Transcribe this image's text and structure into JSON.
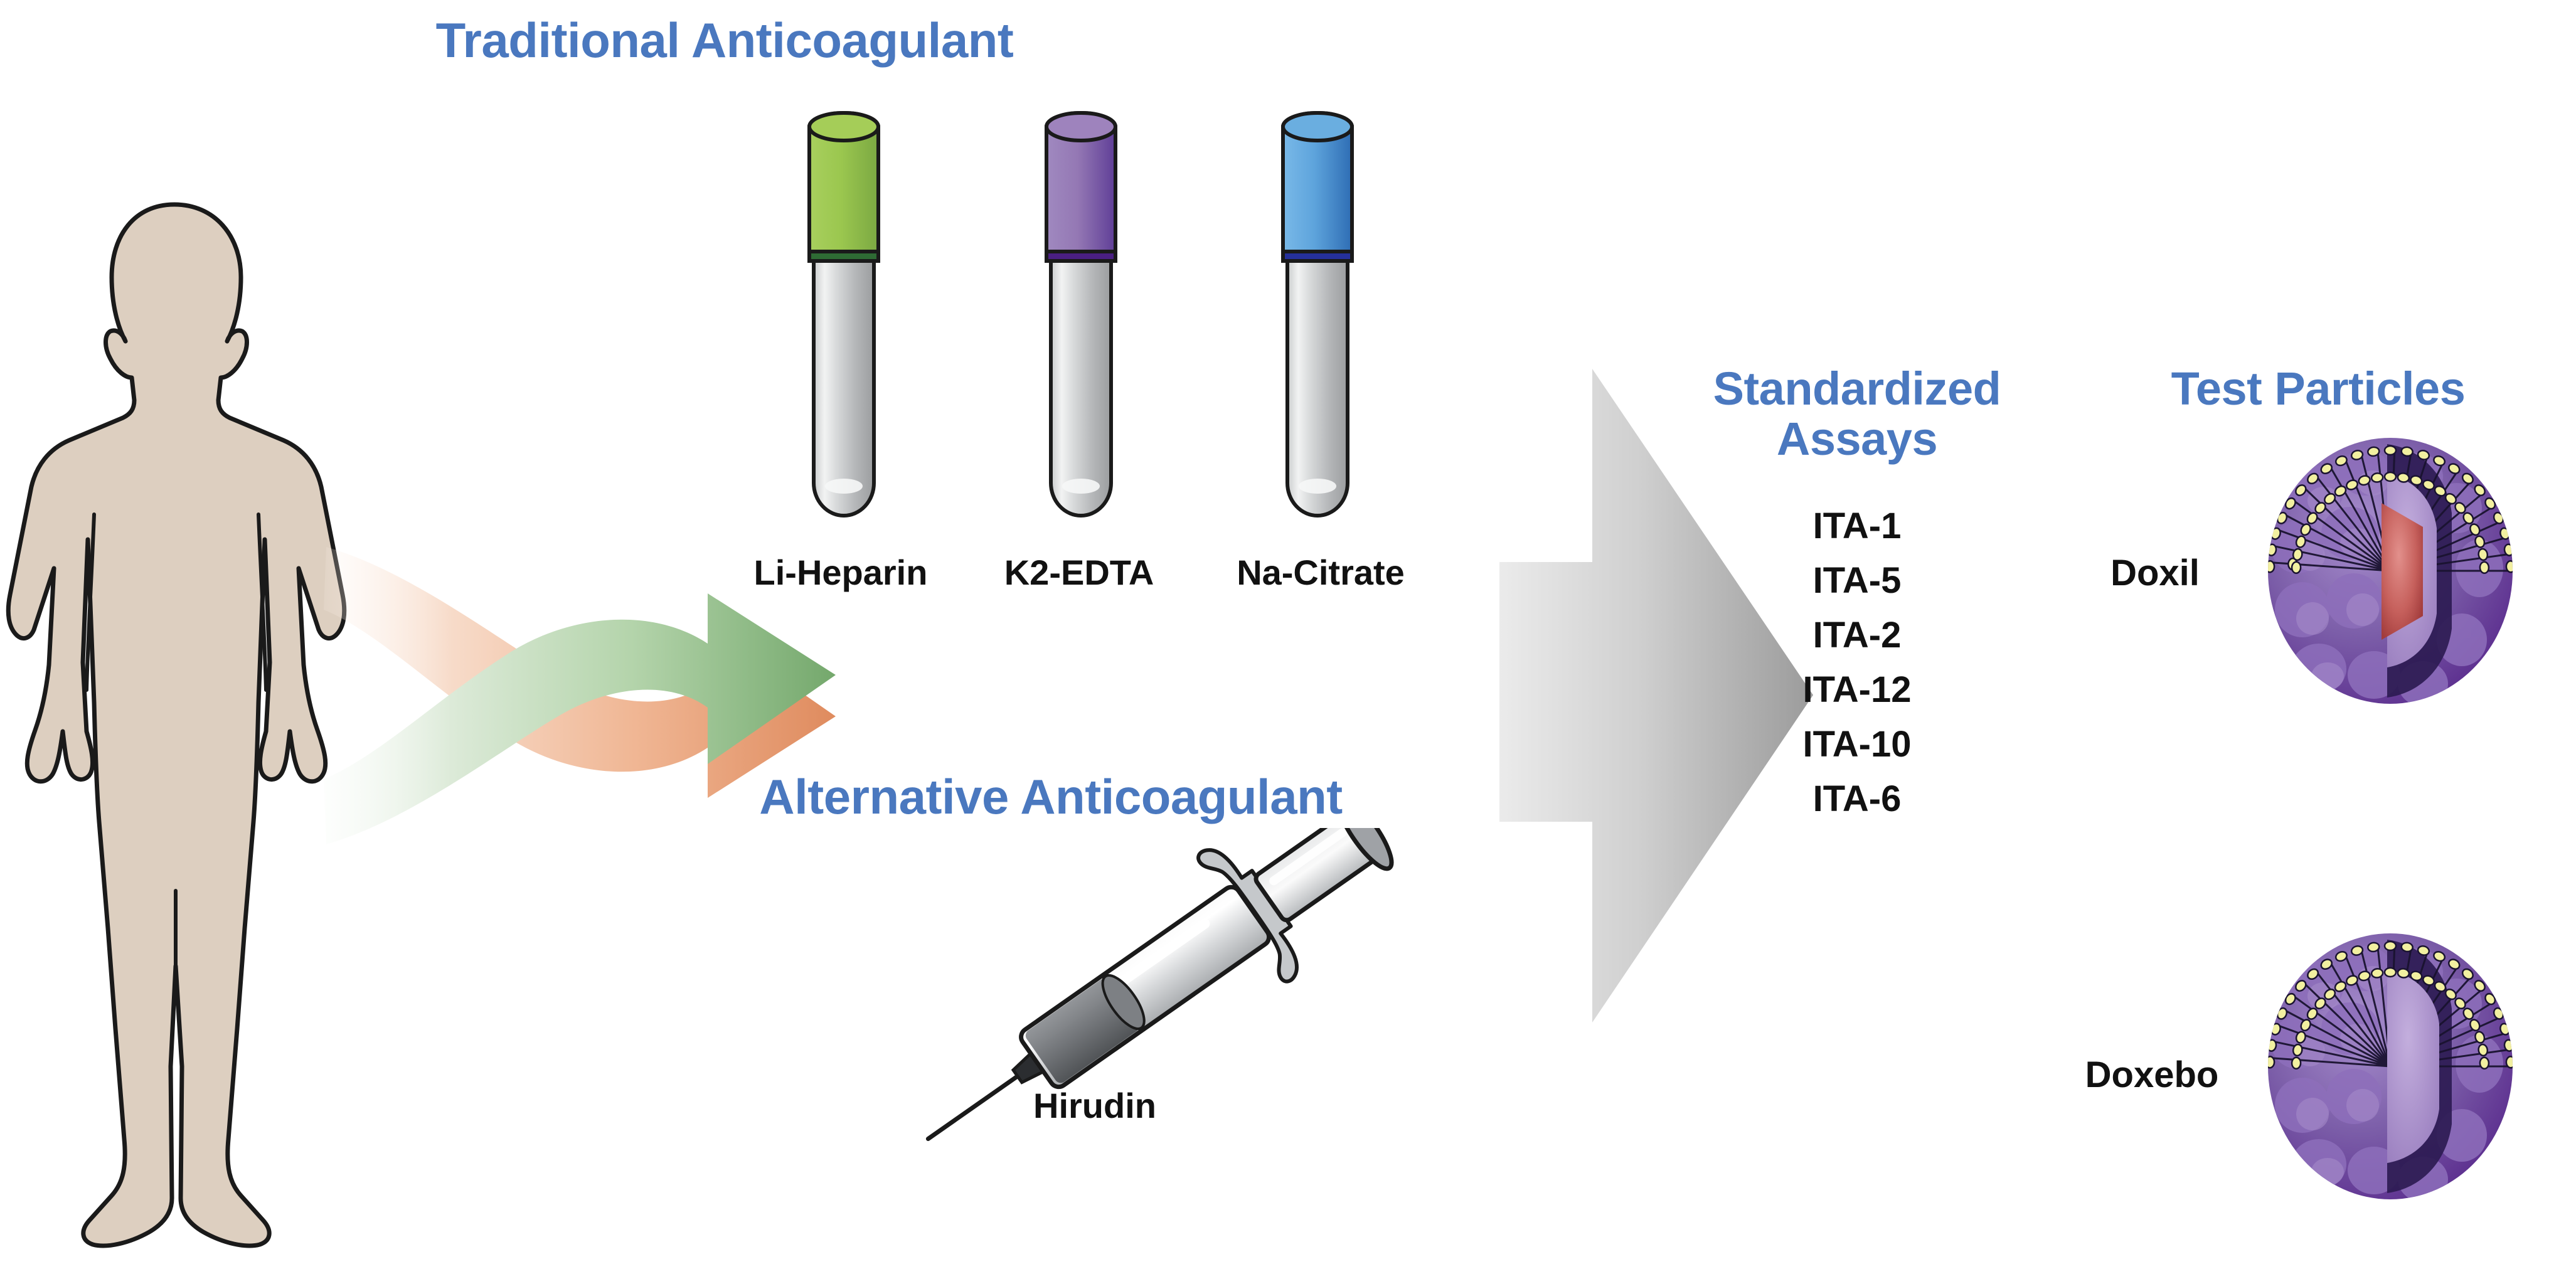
{
  "figure": {
    "type": "scientific-workflow-diagram",
    "background_color": "#ffffff",
    "accent_color": "#4a78bf",
    "label_color": "#111111"
  },
  "subject": {
    "icon": "human-body-silhouette",
    "skin_color": "#ddcfc0",
    "outline_color": "#1a1a1a"
  },
  "arrows": {
    "upper": {
      "icon": "curved-arrow-up-right",
      "color_start": "#fdf0e7",
      "color_end": "#e08a5c",
      "points_to": "Traditional Anticoagulant"
    },
    "lower": {
      "icon": "curved-arrow-down-right",
      "color_start": "#eef5ec",
      "color_end": "#76a86e",
      "points_to": "Alternative Anticoagulant"
    },
    "big": {
      "icon": "block-arrow-right",
      "color_start": "#ececec",
      "color_end": "#9a9a9a",
      "points_to": "Standardized Assays"
    }
  },
  "traditional": {
    "title": "Traditional Anticoagulant",
    "tubes": [
      {
        "label": "Li-Heparin",
        "cap_color": "#9bc74f",
        "cap_color_dark": "#7ba842",
        "ring_color": "#2e6b34"
      },
      {
        "label": "K2-EDTA",
        "cap_color": "#9478b4",
        "cap_color_dark": "#5f3e97",
        "ring_color": "#4a1f82"
      },
      {
        "label": "Na-Citrate",
        "cap_color": "#6aaee0",
        "cap_color_dark": "#2e6db4",
        "ring_color": "#25309b"
      }
    ]
  },
  "alternative": {
    "title": "Alternative Anticoagulant",
    "device": {
      "icon": "syringe-icon",
      "label": "Hirudin"
    }
  },
  "assays": {
    "title_line1": "Standardized",
    "title_line2": "Assays",
    "items": [
      "ITA-1",
      "ITA-5",
      "ITA-2",
      "ITA-12",
      "ITA-10",
      "ITA-6"
    ]
  },
  "particles": {
    "title": "Test Particles",
    "items": [
      {
        "label": "Doxil",
        "icon": "liposome-cutaway-icon",
        "shell_color": "#7b5da8",
        "shell_color_dark": "#5b2d8e",
        "core_color": "#c0504d",
        "headgroup_color": "#f2f0a0"
      },
      {
        "label": "Doxebo",
        "icon": "liposome-cutaway-icon",
        "shell_color": "#7b5da8",
        "shell_color_dark": "#5b2d8e",
        "core_color": "#9f86c4",
        "headgroup_color": "#f2f0a0"
      }
    ]
  }
}
